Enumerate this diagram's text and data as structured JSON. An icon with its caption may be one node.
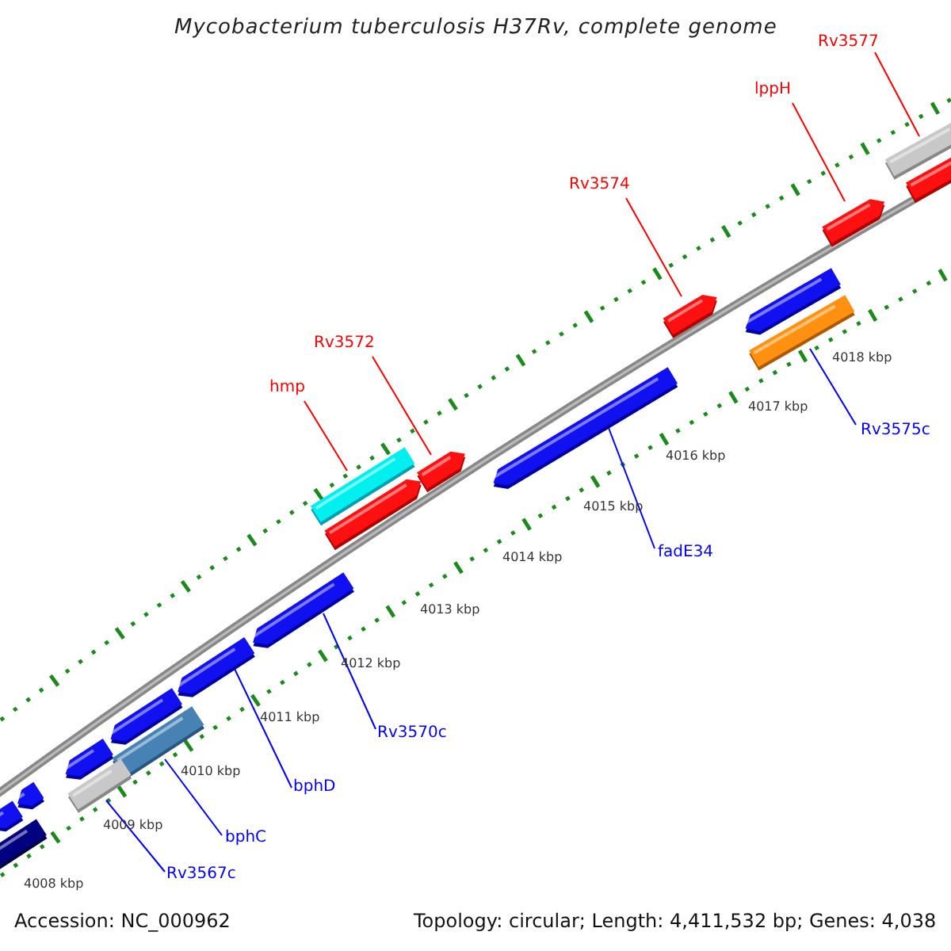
{
  "diagram": {
    "title": "Mycobacterium tuberculosis H37Rv, complete genome",
    "nodes": [
      {
        "text": [
          "Rv3577"
        ]
      },
      {
        "text": [
          "lppH"
        ]
      },
      {
        "text": [
          "Rv3574"
        ]
      },
      {
        "text": [
          "Rv3572"
        ]
      },
      {
        "text": [
          "hmp"
        ]
      },
      {
        "text": [
          "Rv3575c"
        ]
      },
      {
        "text": [
          "fadE34"
        ]
      },
      {
        "text": [
          "Rv3570c"
        ]
      },
      {
        "text": [
          "bphD"
        ]
      },
      {
        "text": [
          "bphC"
        ]
      },
      {
        "text": [
          "Rv3567c"
        ]
      },
      {
        "text": [],
        "shape": "bar"
      },
      {
        "text": [],
        "shape": "bar"
      },
      {
        "text": [],
        "shape": "bar"
      },
      {
        "text": [],
        "shape": "bar"
      },
      {
        "text": [],
        "shape": "bar"
      },
      {
        "text": [],
        "shape": "bar"
      },
      {
        "text": [],
        "shape": "bar"
      },
      {
        "text": [],
        "shape": "bar"
      },
      {
        "text": [],
        "shape": "bar"
      },
      {
        "text": [],
        "shape": "bar"
      },
      {
        "text": [],
        "shape": "bar"
      }
    ],
    "edges": [
      {
        "from": 0,
        "to": 11,
        "arrow": "none",
        "color": "#ff0000"
      },
      {
        "from": 1,
        "to": 12,
        "arrow": "none",
        "color": "#ff0000"
      },
      {
        "from": 2,
        "to": 13,
        "arrow": "none",
        "color": "#ff0000"
      },
      {
        "from": 3,
        "to": 14,
        "arrow": "none",
        "color": "#ff0000"
      },
      {
        "from": 4,
        "to": 15,
        "arrow": "none",
        "color": "#ff0000"
      },
      {
        "from": 5,
        "to": 16,
        "arrow": "none",
        "color": "#0000ff"
      },
      {
        "from": 6,
        "to": 17,
        "arrow": "none",
        "color": "#0000ff"
      },
      {
        "from": 7,
        "to": 18,
        "arrow": "none",
        "color": "#0000ff"
      },
      {
        "from": 8,
        "to": 19,
        "arrow": "none",
        "color": "#0000ff"
      },
      {
        "from": 9,
        "to": 20,
        "arrow": "none",
        "color": "#0000ff"
      },
      {
        "from": 10,
        "to": 21,
        "arrow": "none",
        "color": "#0000ff"
      }
    ],
    "labels": [
      "4018 kbp",
      "4017 kbp",
      "4016 kbp",
      "4015 kbp",
      "4014 kbp",
      "4013 kbp",
      "4012 kbp",
      "4011 kbp",
      "4010 kbp",
      "4009 kbp",
      "4008 kbp",
      "Accession: NC_000962",
      "Topology: circular; Length: 4,411,532 bp; Genes: 4,038"
    ]
  }
}
